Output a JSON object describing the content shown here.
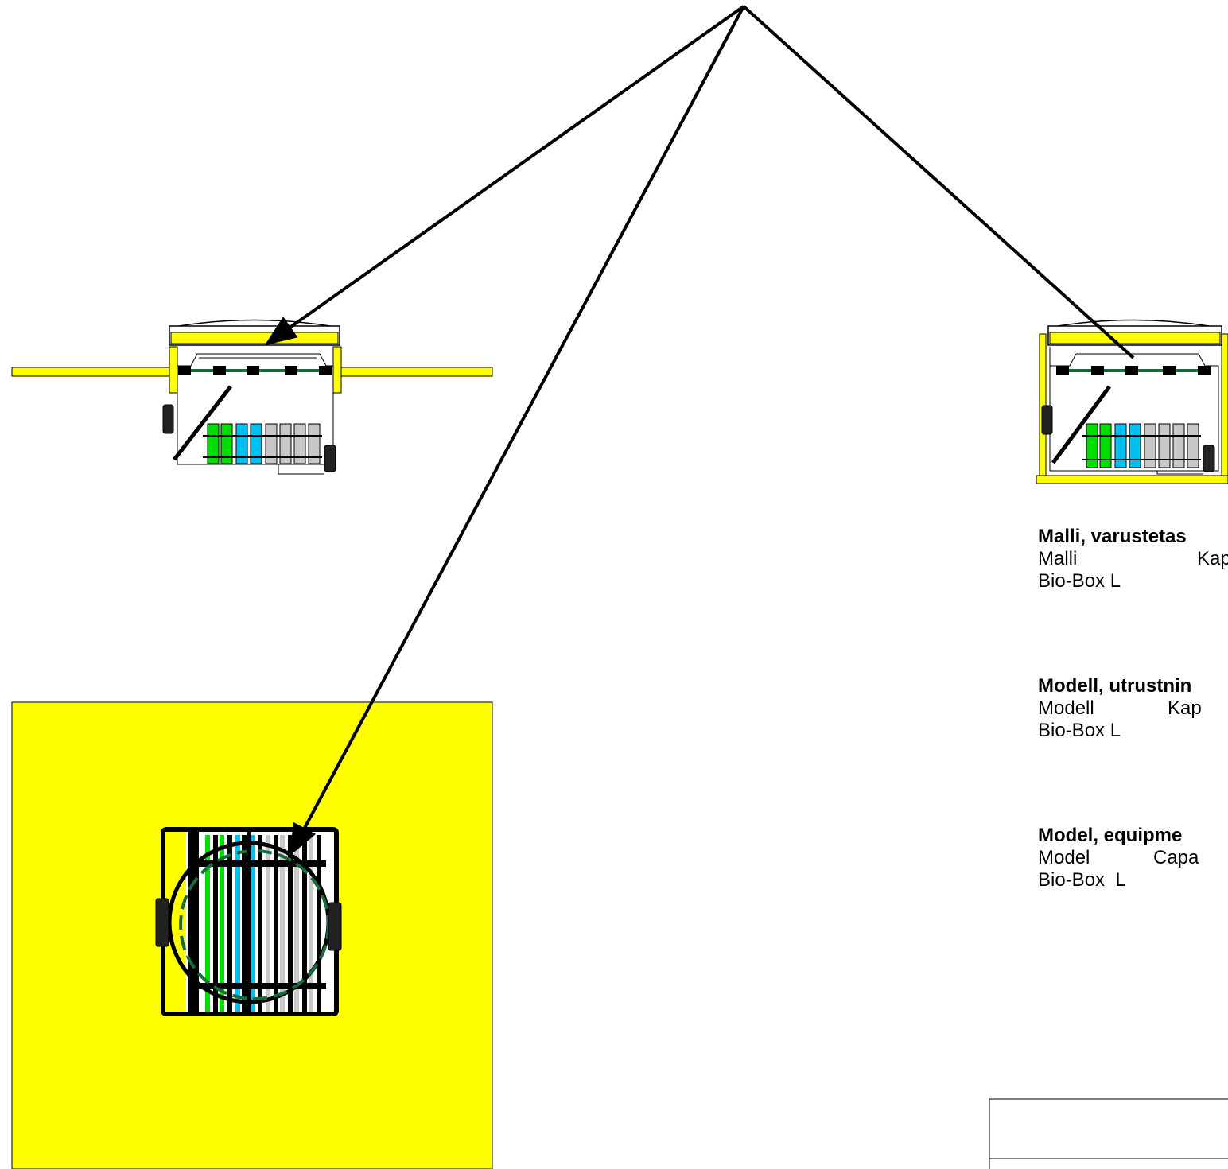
{
  "colors": {
    "yellow": "#ffff00",
    "green": "#00dd00",
    "cyan": "#00c0f0",
    "grey": "#c8c8c8",
    "dark_green": "#1a6b3c",
    "black": "#000000"
  },
  "specs": [
    {
      "title": "Malli, varustetas",
      "col1": "Malli",
      "col2": "Kap",
      "model": "Bio-Box L"
    },
    {
      "title": "Modell, utrustnin",
      "col1": "Modell",
      "col2": "Kap",
      "model": "Bio-Box L"
    },
    {
      "title": "Model, equipme",
      "col1": "Model",
      "col2": "Capa",
      "model": "Bio-Box  L"
    }
  ]
}
